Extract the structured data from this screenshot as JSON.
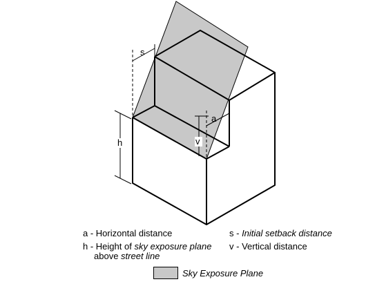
{
  "labels": {
    "s": "s",
    "h": "h",
    "a": "a",
    "v": "v"
  },
  "legend": {
    "a_key": "a",
    "a_text": "Horizontal distance",
    "s_key": "s",
    "s_text": "Initial setback distance",
    "h_key": "h",
    "h_text_plain": "Height of",
    "h_text_italic": "sky exposure plane",
    "h_text2_plain": "above",
    "h_text2_italic": "street line",
    "v_key": "v",
    "v_text": "Vertical distance",
    "separator": " - ",
    "swatch_label": "Sky Exposure Plane"
  },
  "colors": {
    "plane_fill": "#c8c8c8",
    "line": "#000000"
  }
}
